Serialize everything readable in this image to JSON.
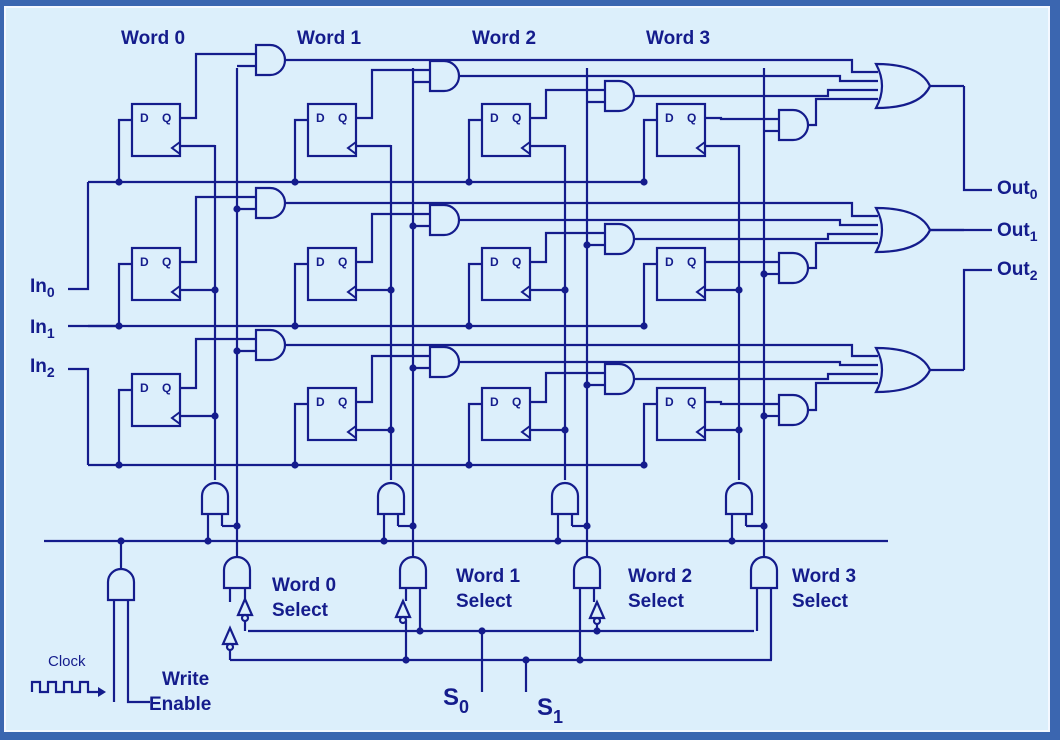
{
  "words": [
    "Word 0",
    "Word 1",
    "Word 2",
    "Word 3"
  ],
  "flipflop": {
    "d": "D",
    "q": "Q"
  },
  "inputs": [
    {
      "base": "In",
      "sub": "0"
    },
    {
      "base": "In",
      "sub": "1"
    },
    {
      "base": "In",
      "sub": "2"
    }
  ],
  "outputs": [
    {
      "base": "Out",
      "sub": "0"
    },
    {
      "base": "Out",
      "sub": "1"
    },
    {
      "base": "Out",
      "sub": "2"
    }
  ],
  "selects": [
    {
      "line1": "Word 0",
      "line2": "Select"
    },
    {
      "line1": "Word 1",
      "line2": "Select"
    },
    {
      "line1": "Word 2",
      "line2": "Select"
    },
    {
      "line1": "Word 3",
      "line2": "Select"
    }
  ],
  "controls": {
    "clock": "Clock",
    "write_line1": "Write",
    "write_line2": "Enable",
    "s0": {
      "base": "S",
      "sub": "0"
    },
    "s1": {
      "base": "S",
      "sub": "1"
    }
  }
}
